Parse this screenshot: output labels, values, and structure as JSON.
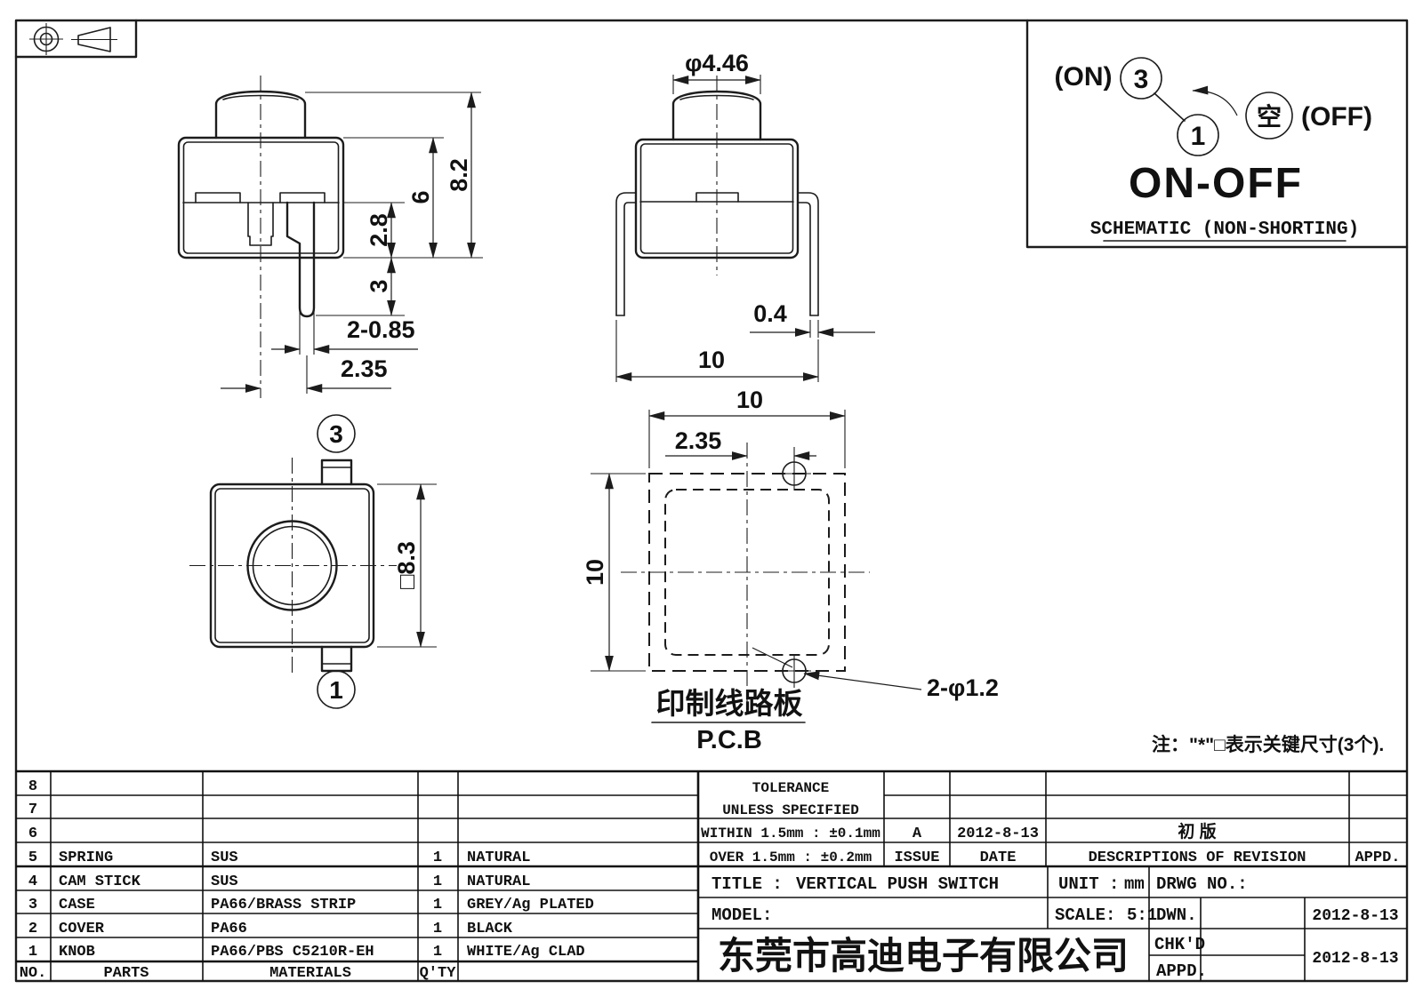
{
  "front_view": {
    "d_total": "8.2",
    "d_body": "6",
    "d_cover": "2.8",
    "d_pin_len": "3",
    "d_pin_w": "2-0.85",
    "d_pin_off": "2.35"
  },
  "side_view": {
    "d_knob_dia": "φ4.46",
    "d_lead_thk": "0.4",
    "d_lead_span": "10"
  },
  "top_view": {
    "terminal_top": "3",
    "terminal_bottom": "1",
    "d_square": "□8.3"
  },
  "pcb_view": {
    "d_width": "10",
    "d_hole_off": "2.35",
    "d_height": "10",
    "d_holes": "2-φ1.2",
    "label_cn": "印制线路板",
    "label_en": "P.C.B"
  },
  "schematic": {
    "on_label": "(ON)",
    "terminal_3": "3",
    "terminal_1": "1",
    "empty_symbol": "空",
    "off_label": "(OFF)",
    "function_label": "ON-OFF",
    "caption": "SCHEMATIC (NON-SHORTING)"
  },
  "note": "注：\"*\"□表示关键尺寸(3个).",
  "parts_table": {
    "headers": {
      "no": "NO.",
      "parts": "PARTS",
      "materials": "MATERIALS",
      "qty": "Q'TY"
    },
    "rows": [
      {
        "no": "8",
        "part": "",
        "material": "",
        "qty": "",
        "finish": ""
      },
      {
        "no": "7",
        "part": "",
        "material": "",
        "qty": "",
        "finish": ""
      },
      {
        "no": "6",
        "part": "",
        "material": "",
        "qty": "",
        "finish": ""
      },
      {
        "no": "5",
        "part": "SPRING",
        "material": "SUS",
        "qty": "1",
        "finish": "NATURAL"
      },
      {
        "no": "4",
        "part": "CAM STICK",
        "material": "SUS",
        "qty": "1",
        "finish": "NATURAL"
      },
      {
        "no": "3",
        "part": "CASE",
        "material": "PA66/BRASS STRIP",
        "qty": "1",
        "finish": "GREY/Ag PLATED"
      },
      {
        "no": "2",
        "part": "COVER",
        "material": "PA66",
        "qty": "1",
        "finish": "BLACK"
      },
      {
        "no": "1",
        "part": "KNOB",
        "material": "PA66/PBS C5210R-EH",
        "qty": "1",
        "finish": "WHITE/Ag CLAD"
      }
    ]
  },
  "tolerance_block": {
    "line1": "TOLERANCE",
    "line2": "UNLESS  SPECIFIED",
    "within": "WITHIN 1.5mm : ±0.1mm",
    "over": "OVER 1.5mm : ±0.2mm"
  },
  "revision_block": {
    "issue_value": "A",
    "date_value": "2012-8-13",
    "description_value": "初  版",
    "appd_value": "",
    "issue_header": "ISSUE",
    "date_header": "DATE",
    "description_header": "DESCRIPTIONS OF REVISION",
    "appd_header": "APPD."
  },
  "title_block": {
    "title_label": "TITLE :",
    "title_value": "VERTICAL PUSH SWITCH",
    "unit_label": "UNIT :",
    "unit_value": "mm",
    "drwg_label": "DRWG NO.:",
    "model_label": "MODEL:",
    "scale_label": "SCALE:",
    "scale_value": "5:1",
    "dwn_label": "DWN.",
    "dwn_date": "2012-8-13",
    "chkd_label": "CHK'D",
    "chkd_date": "2012-8-13",
    "appd_label": "APPD.",
    "company": "东莞市高迪电子有限公司"
  }
}
